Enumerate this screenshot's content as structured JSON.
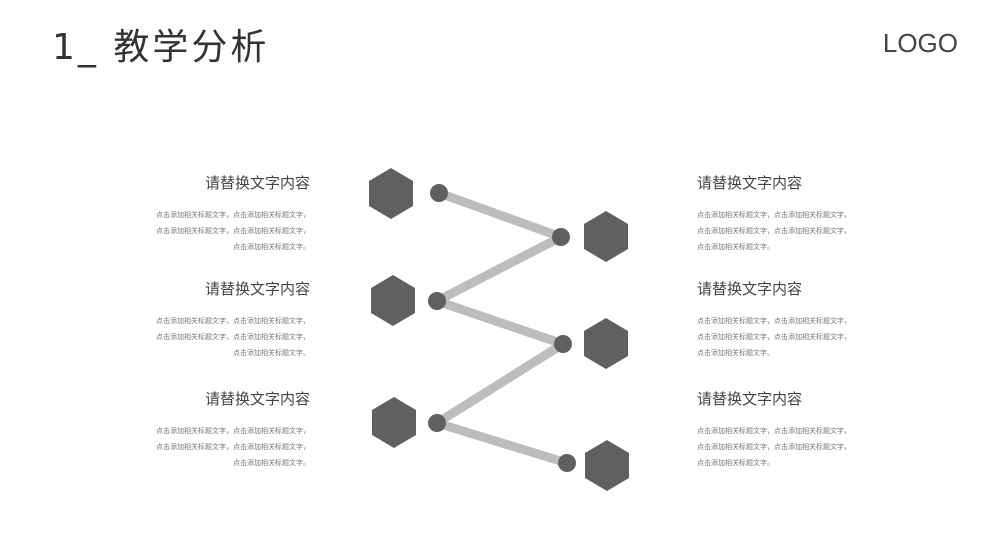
{
  "header": {
    "title": "1_ 教学分析",
    "logo": "LOGO"
  },
  "colors": {
    "hexagon": "#606060",
    "node": "#606060",
    "connector": "#bdbdbd"
  },
  "items": [
    {
      "heading": "请替换文字内容",
      "lines": [
        "点击添加相关标题文字，点击添加相关标题文字，",
        "点击添加相关标题文字，点击添加相关标题文字，",
        "点击添加相关标题文字。"
      ]
    },
    {
      "heading": "请替换文字内容",
      "lines": [
        "点击添加相关标题文字，点击添加相关标题文字，",
        "点击添加相关标题文字，点击添加相关标题文字，",
        "点击添加相关标题文字。"
      ]
    },
    {
      "heading": "请替换文字内容",
      "lines": [
        "点击添加相关标题文字，点击添加相关标题文字，",
        "点击添加相关标题文字，点击添加相关标题文字，",
        "点击添加相关标题文字。"
      ]
    },
    {
      "heading": "请替换文字内容",
      "lines": [
        "点击添加相关标题文字，点击添加相关标题文字，",
        "点击添加相关标题文字，点击添加相关标题文字，",
        "点击添加相关标题文字。"
      ]
    },
    {
      "heading": "请替换文字内容",
      "lines": [
        "点击添加相关标题文字，点击添加相关标题文字，",
        "点击添加相关标题文字，点击添加相关标题文字，",
        "点击添加相关标题文字。"
      ]
    },
    {
      "heading": "请替换文字内容",
      "lines": [
        "点击添加相关标题文字，点击添加相关标题文字，",
        "点击添加相关标题文字，点击添加相关标题文字，",
        "点击添加相关标题文字。"
      ]
    }
  ]
}
